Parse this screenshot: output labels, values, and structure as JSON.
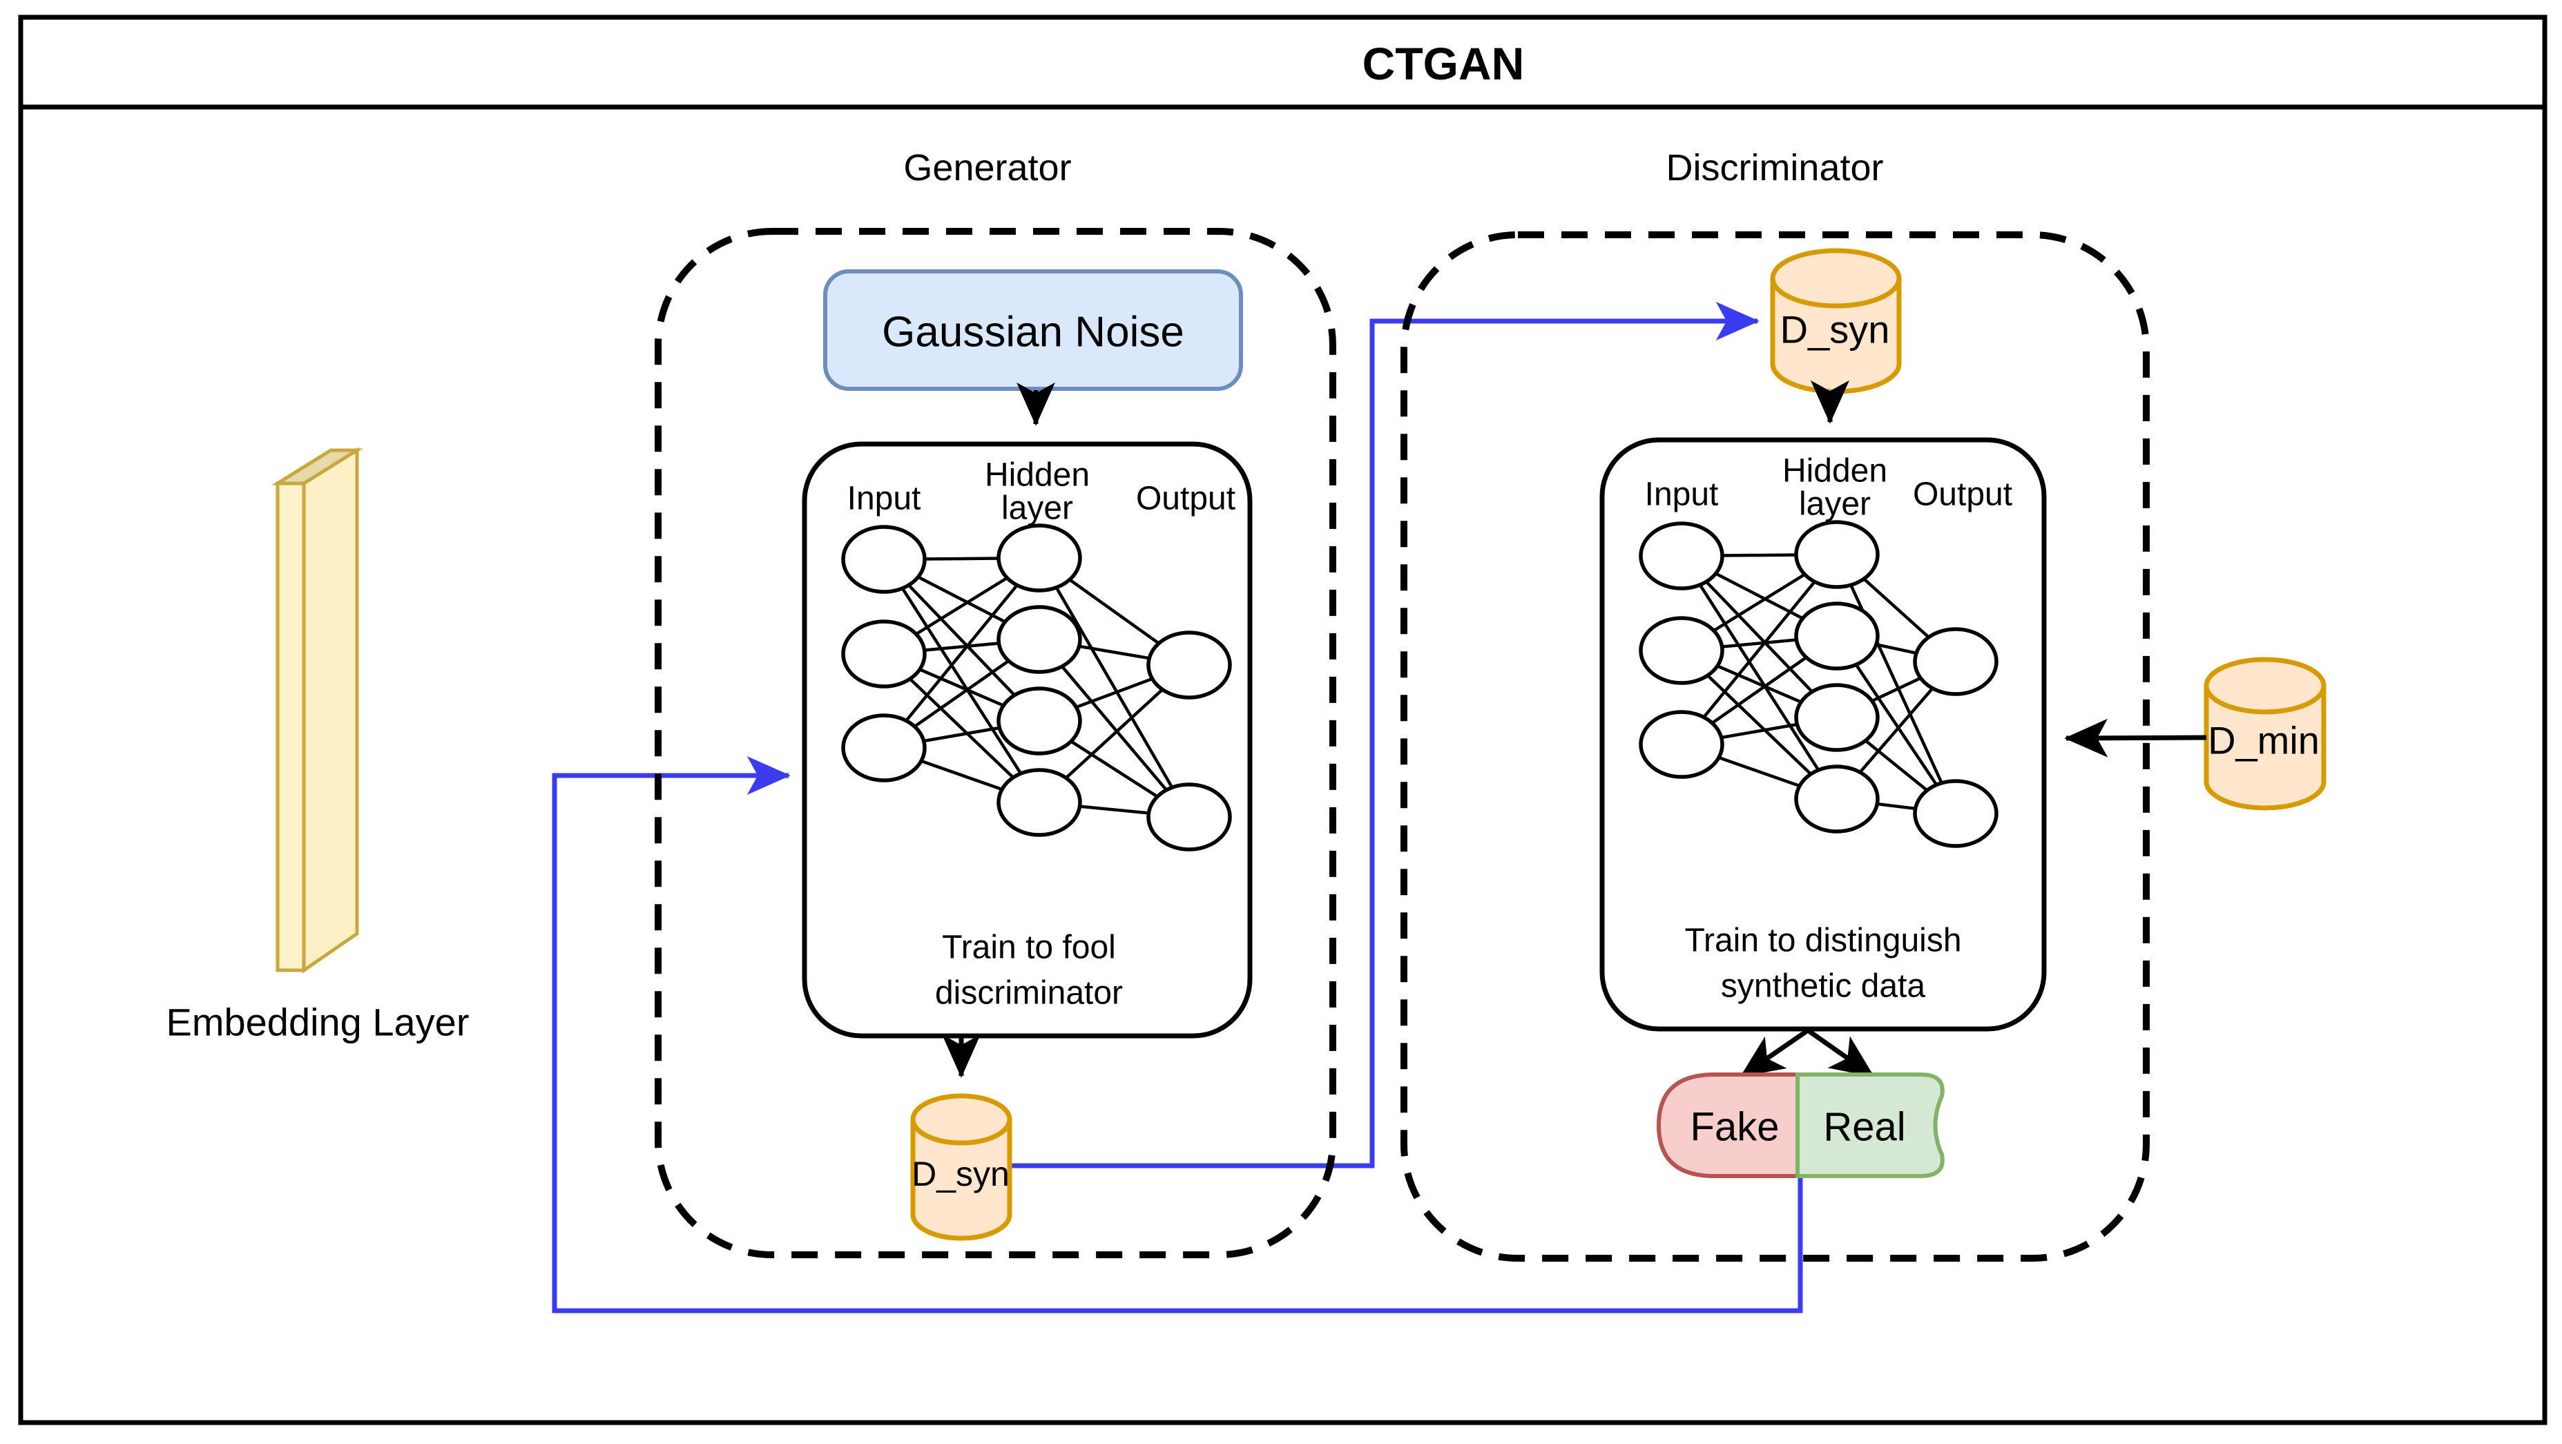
{
  "diagram": {
    "title": "CTGAN",
    "embedding": {
      "label": "Embedding Layer"
    },
    "generator": {
      "section_label": "Generator",
      "noise_box_label": "Gaussian Noise",
      "network": {
        "input_label": "Input",
        "hidden_label_line1": "Hidden",
        "hidden_label_line2": "layer",
        "output_label": "Output",
        "caption_line1": "Train to fool",
        "caption_line2": "discriminator"
      },
      "synthetic_dataset_label": "D_syn"
    },
    "discriminator": {
      "section_label": "Discriminator",
      "input_dataset_label": "D_syn",
      "network": {
        "input_label": "Input",
        "hidden_label_line1": "Hidden",
        "hidden_label_line2": "layer",
        "output_label": "Output",
        "caption_line1": "Train to distinguish",
        "caption_line2": "synthetic data"
      },
      "outputs": {
        "fake": "Fake",
        "real": "Real"
      }
    },
    "d_min": {
      "label": "D_min"
    },
    "colors": {
      "blue_arrow": "#3b3bef",
      "cylinder_fill": "#ffe6cc",
      "cylinder_stroke": "#d79b00",
      "noise_box_fill": "#dae8fc",
      "noise_box_stroke": "#6c8ebf",
      "fake_fill": "#f8cecc",
      "fake_stroke": "#b85450",
      "real_fill": "#d5e8d4",
      "real_stroke": "#82b366",
      "embedding_fill": "#fff2cc",
      "embedding_top_fill": "#e8d9a8",
      "embedding_stroke": "#c9a73d"
    }
  }
}
